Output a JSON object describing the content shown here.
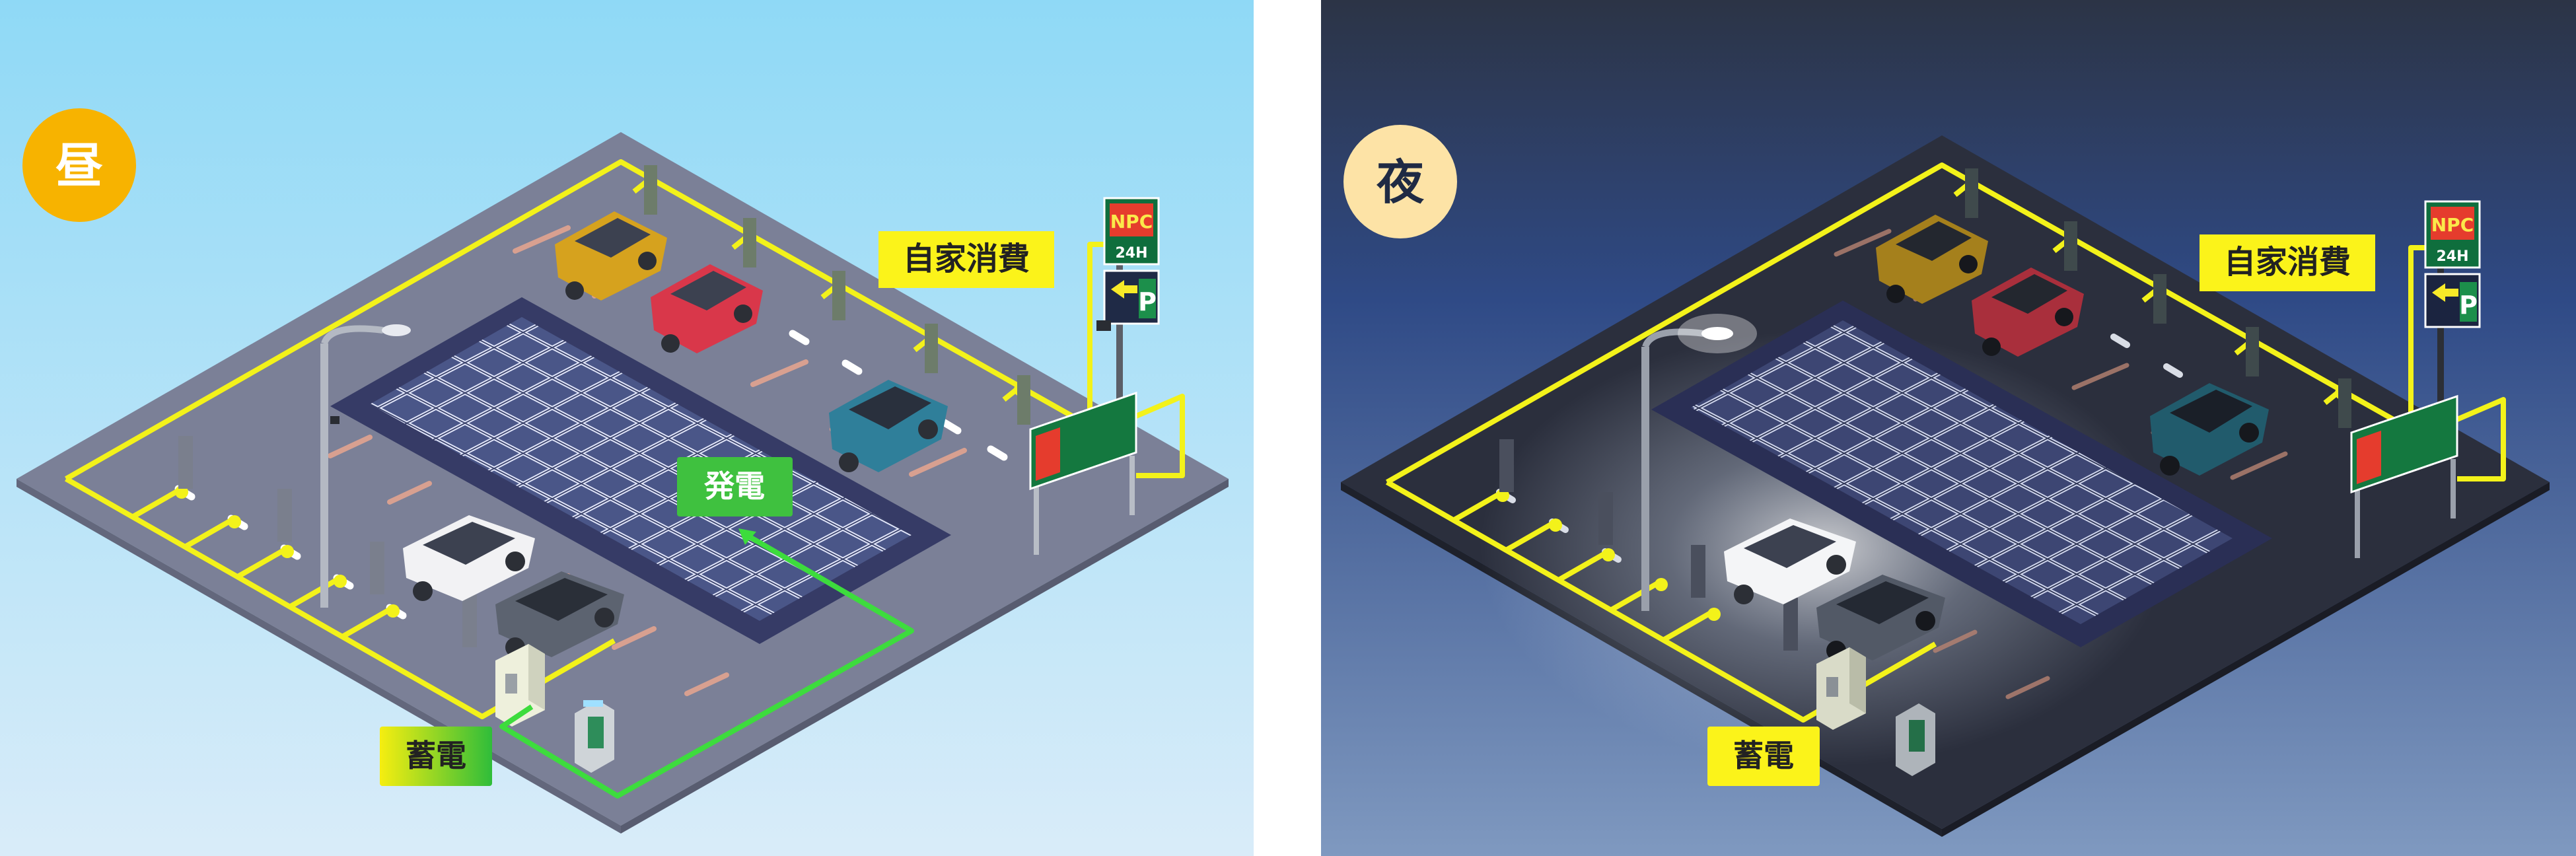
{
  "day": {
    "mode_label": "昼",
    "labels": {
      "self_consumption": "自家消費",
      "generation": "発電",
      "storage": "蓄電"
    },
    "colors": {
      "sky_top": "#8dd8f5",
      "sky_bottom": "#d7ebf9",
      "badge": "#f7b300"
    }
  },
  "night": {
    "mode_label": "夜",
    "labels": {
      "self_consumption": "自家消費",
      "storage": "蓄電"
    },
    "colors": {
      "sky_top": "#2c3446",
      "sky_mid": "#2f4a86",
      "sky_bottom": "#7f99c0",
      "badge": "#fde3a6"
    }
  },
  "sign": {
    "brand": "NPC",
    "hours": "24H",
    "parking_symbol": "P"
  },
  "colors": {
    "power_line": "#f3f21a",
    "generation_line": "#3ddc3d",
    "label_bg": "#fbf31a",
    "gen_label_bg": "#3fc13f"
  }
}
